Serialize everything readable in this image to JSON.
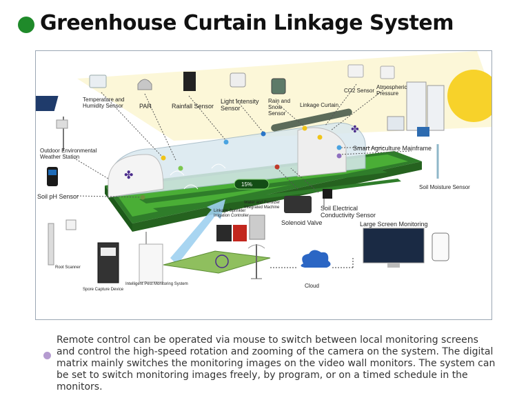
{
  "title": "Greenhouse Curtain Linkage System",
  "labels": {
    "temp_humidity": "Temperature and Humidity Sensor",
    "par": "PAR",
    "rainfall": "Rainfall Sensor",
    "light": "Light Intensity Sensor",
    "rain_snow": "Rain and Snow Sensor",
    "linkage_curtain": "Linkage Curtain",
    "co2": "CO2 Sensor",
    "atmospheric": "Atmospheric Pressure",
    "weather_station": "Outdoor Environmental Weather Station",
    "mainframe": "Smart Agriculture Mainframe",
    "soil_moisture": "Soil Moisture Sensor",
    "soil_ph": "Soil pH Sensor",
    "percent": "15%",
    "water_fertilizer": "Water and Fertilizer Integrated Machine",
    "sprinkler": "Linkage Sprinkler Irrigation Controller",
    "solenoid": "Solenoid Valve",
    "soil_ec": "Soil Electrical Conductivity Sensor",
    "large_screen": "Large Screen Monitoring",
    "root_scanner": "Root Scanner",
    "spore": "Spore Capture Device",
    "pest": "Intelligent Pest Monitoring System",
    "cloud": "Cloud"
  },
  "description": "Remote control can be operated via mouse to switch between local monitoring screens and control the high-speed rotation and zooming of the camera on the system. The digital matrix mainly switches the monitoring images on the video wall monitors. The system can be set to switch monitoring images freely, by program, or on a timed schedule in the monitors.",
  "colors": {
    "accent": "#1f8a2a",
    "sun": "#f7d22a",
    "bullet": "#b59bd0",
    "field": "#3a9a2a"
  }
}
